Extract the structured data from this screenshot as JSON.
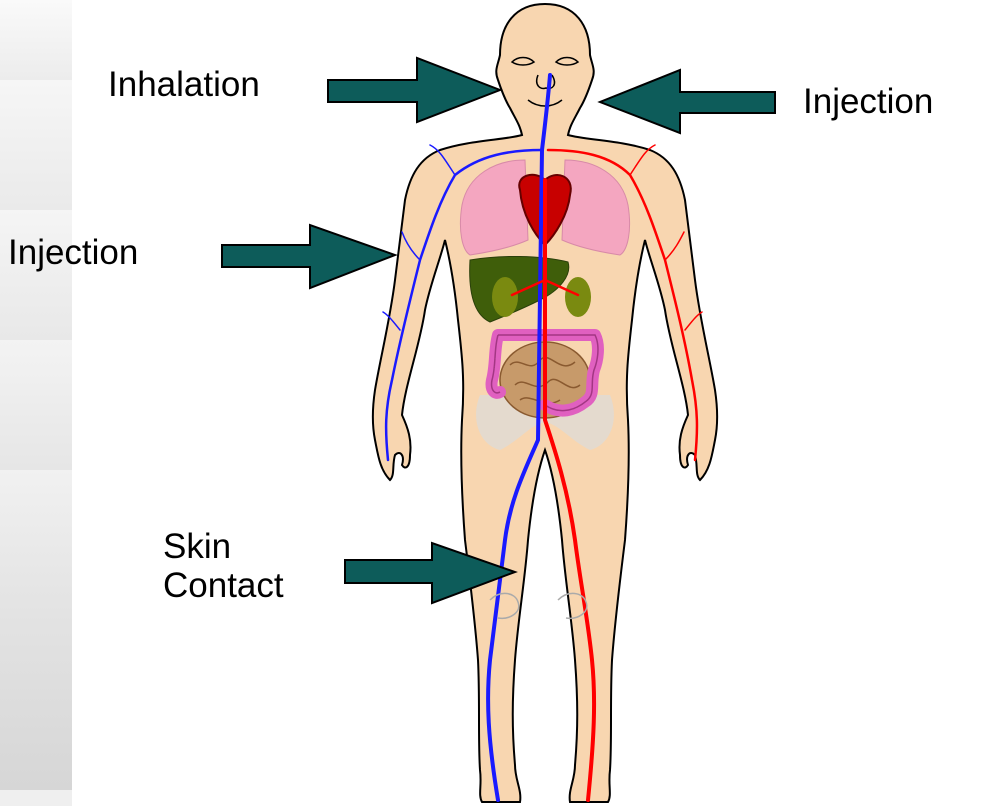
{
  "labels": {
    "inhalation": "Inhalation",
    "injection_right": "Injection",
    "injection_left": "Injection",
    "skin_line1": "Skin",
    "skin_line2": "Contact"
  },
  "colors": {
    "arrow": "#0d5c5a",
    "skin": "#f8d6b0",
    "vein": "#1a1aff",
    "artery": "#ff0000",
    "lung": "#f4a6c0",
    "liver": "#3f5e0a",
    "kidney": "#7a8a10",
    "colon": "#e060c0",
    "intestine": "#c79a6a",
    "heart": "#c80000",
    "sidebar": "#e8e8e8"
  },
  "icons": [
    "human-body-icon",
    "arrow-icon"
  ]
}
